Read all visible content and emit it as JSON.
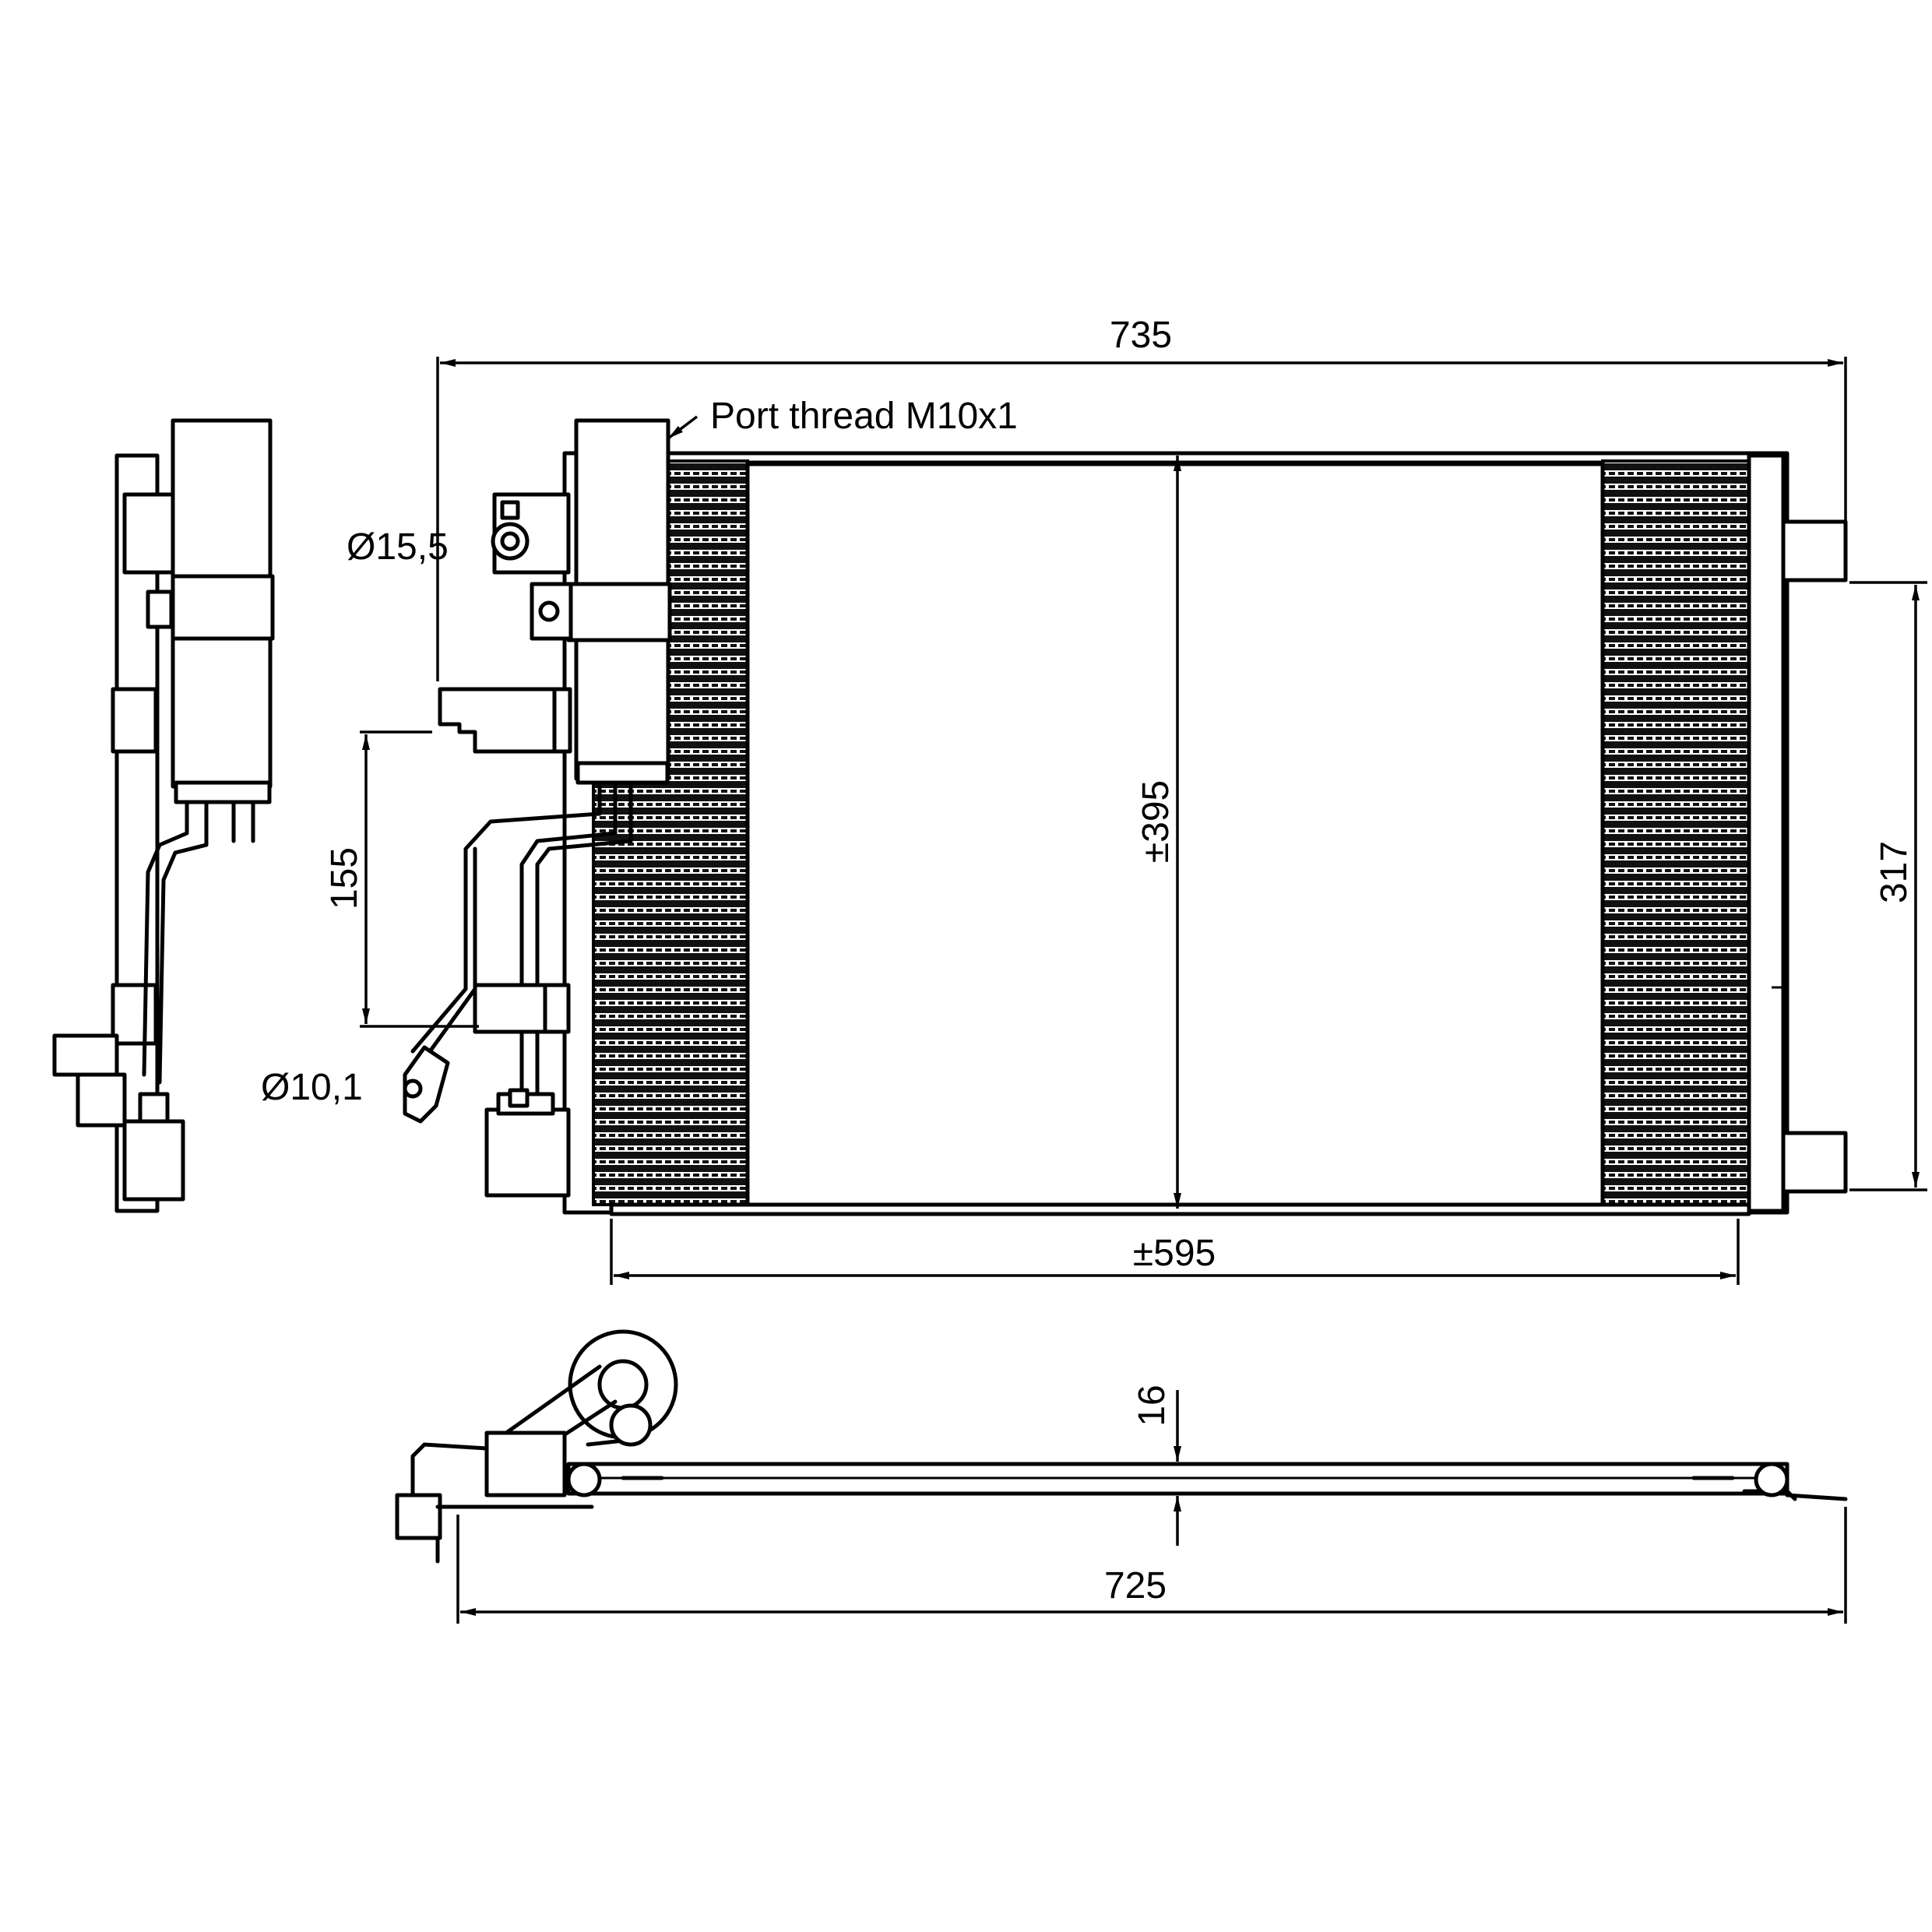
{
  "labels": {
    "dim_width_total": "735",
    "port_thread": "Port thread M10x1",
    "dia_top": "Ø15,5",
    "dia_bottom": "Ø10,1",
    "dim_155": "155",
    "dim_height": "±395",
    "dim_317": "317",
    "dim_core_width": "±595",
    "dim_depth": "16",
    "dim_width_bottom": "725"
  }
}
